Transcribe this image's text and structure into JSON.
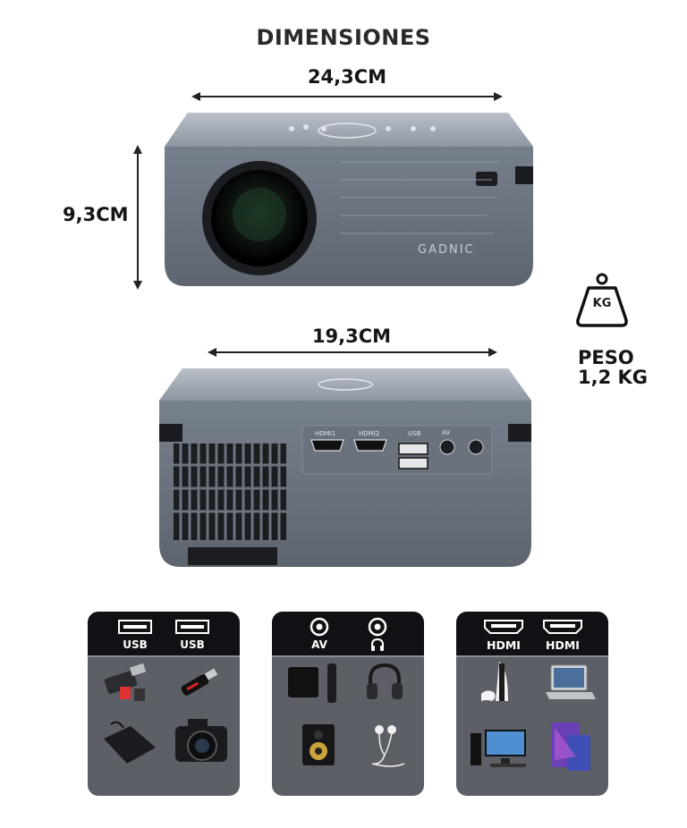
{
  "header": {
    "title": "DIMENSIONES"
  },
  "dimensions": {
    "width_top": "24,3CM",
    "height": "9,3CM",
    "width_back": "19,3CM"
  },
  "weight": {
    "label": "PESO",
    "value": "1,2 KG",
    "icon_text": "KG"
  },
  "projector": {
    "brand": "GADNIC",
    "ports": {
      "hdmi1": "HDMI1",
      "hdmi2": "HDMI2",
      "usb": "USB",
      "av": "AV"
    }
  },
  "cards": {
    "usb": {
      "labels": [
        "USB",
        "USB"
      ],
      "devices": [
        "card-reader",
        "usb-stick",
        "external-hdd",
        "camera"
      ]
    },
    "av": {
      "labels": [
        "AV",
        ""
      ],
      "devices": [
        "tv-box",
        "headphones",
        "speaker",
        "earphones"
      ]
    },
    "hdmi": {
      "labels": [
        "HDMI",
        "HDMI"
      ],
      "devices": [
        "game-console",
        "laptop",
        "desktop-pc",
        "tablet"
      ]
    }
  },
  "colors": {
    "projector_body": "#6f7884",
    "card_bg": "#5c5f66",
    "card_header": "#101114"
  }
}
